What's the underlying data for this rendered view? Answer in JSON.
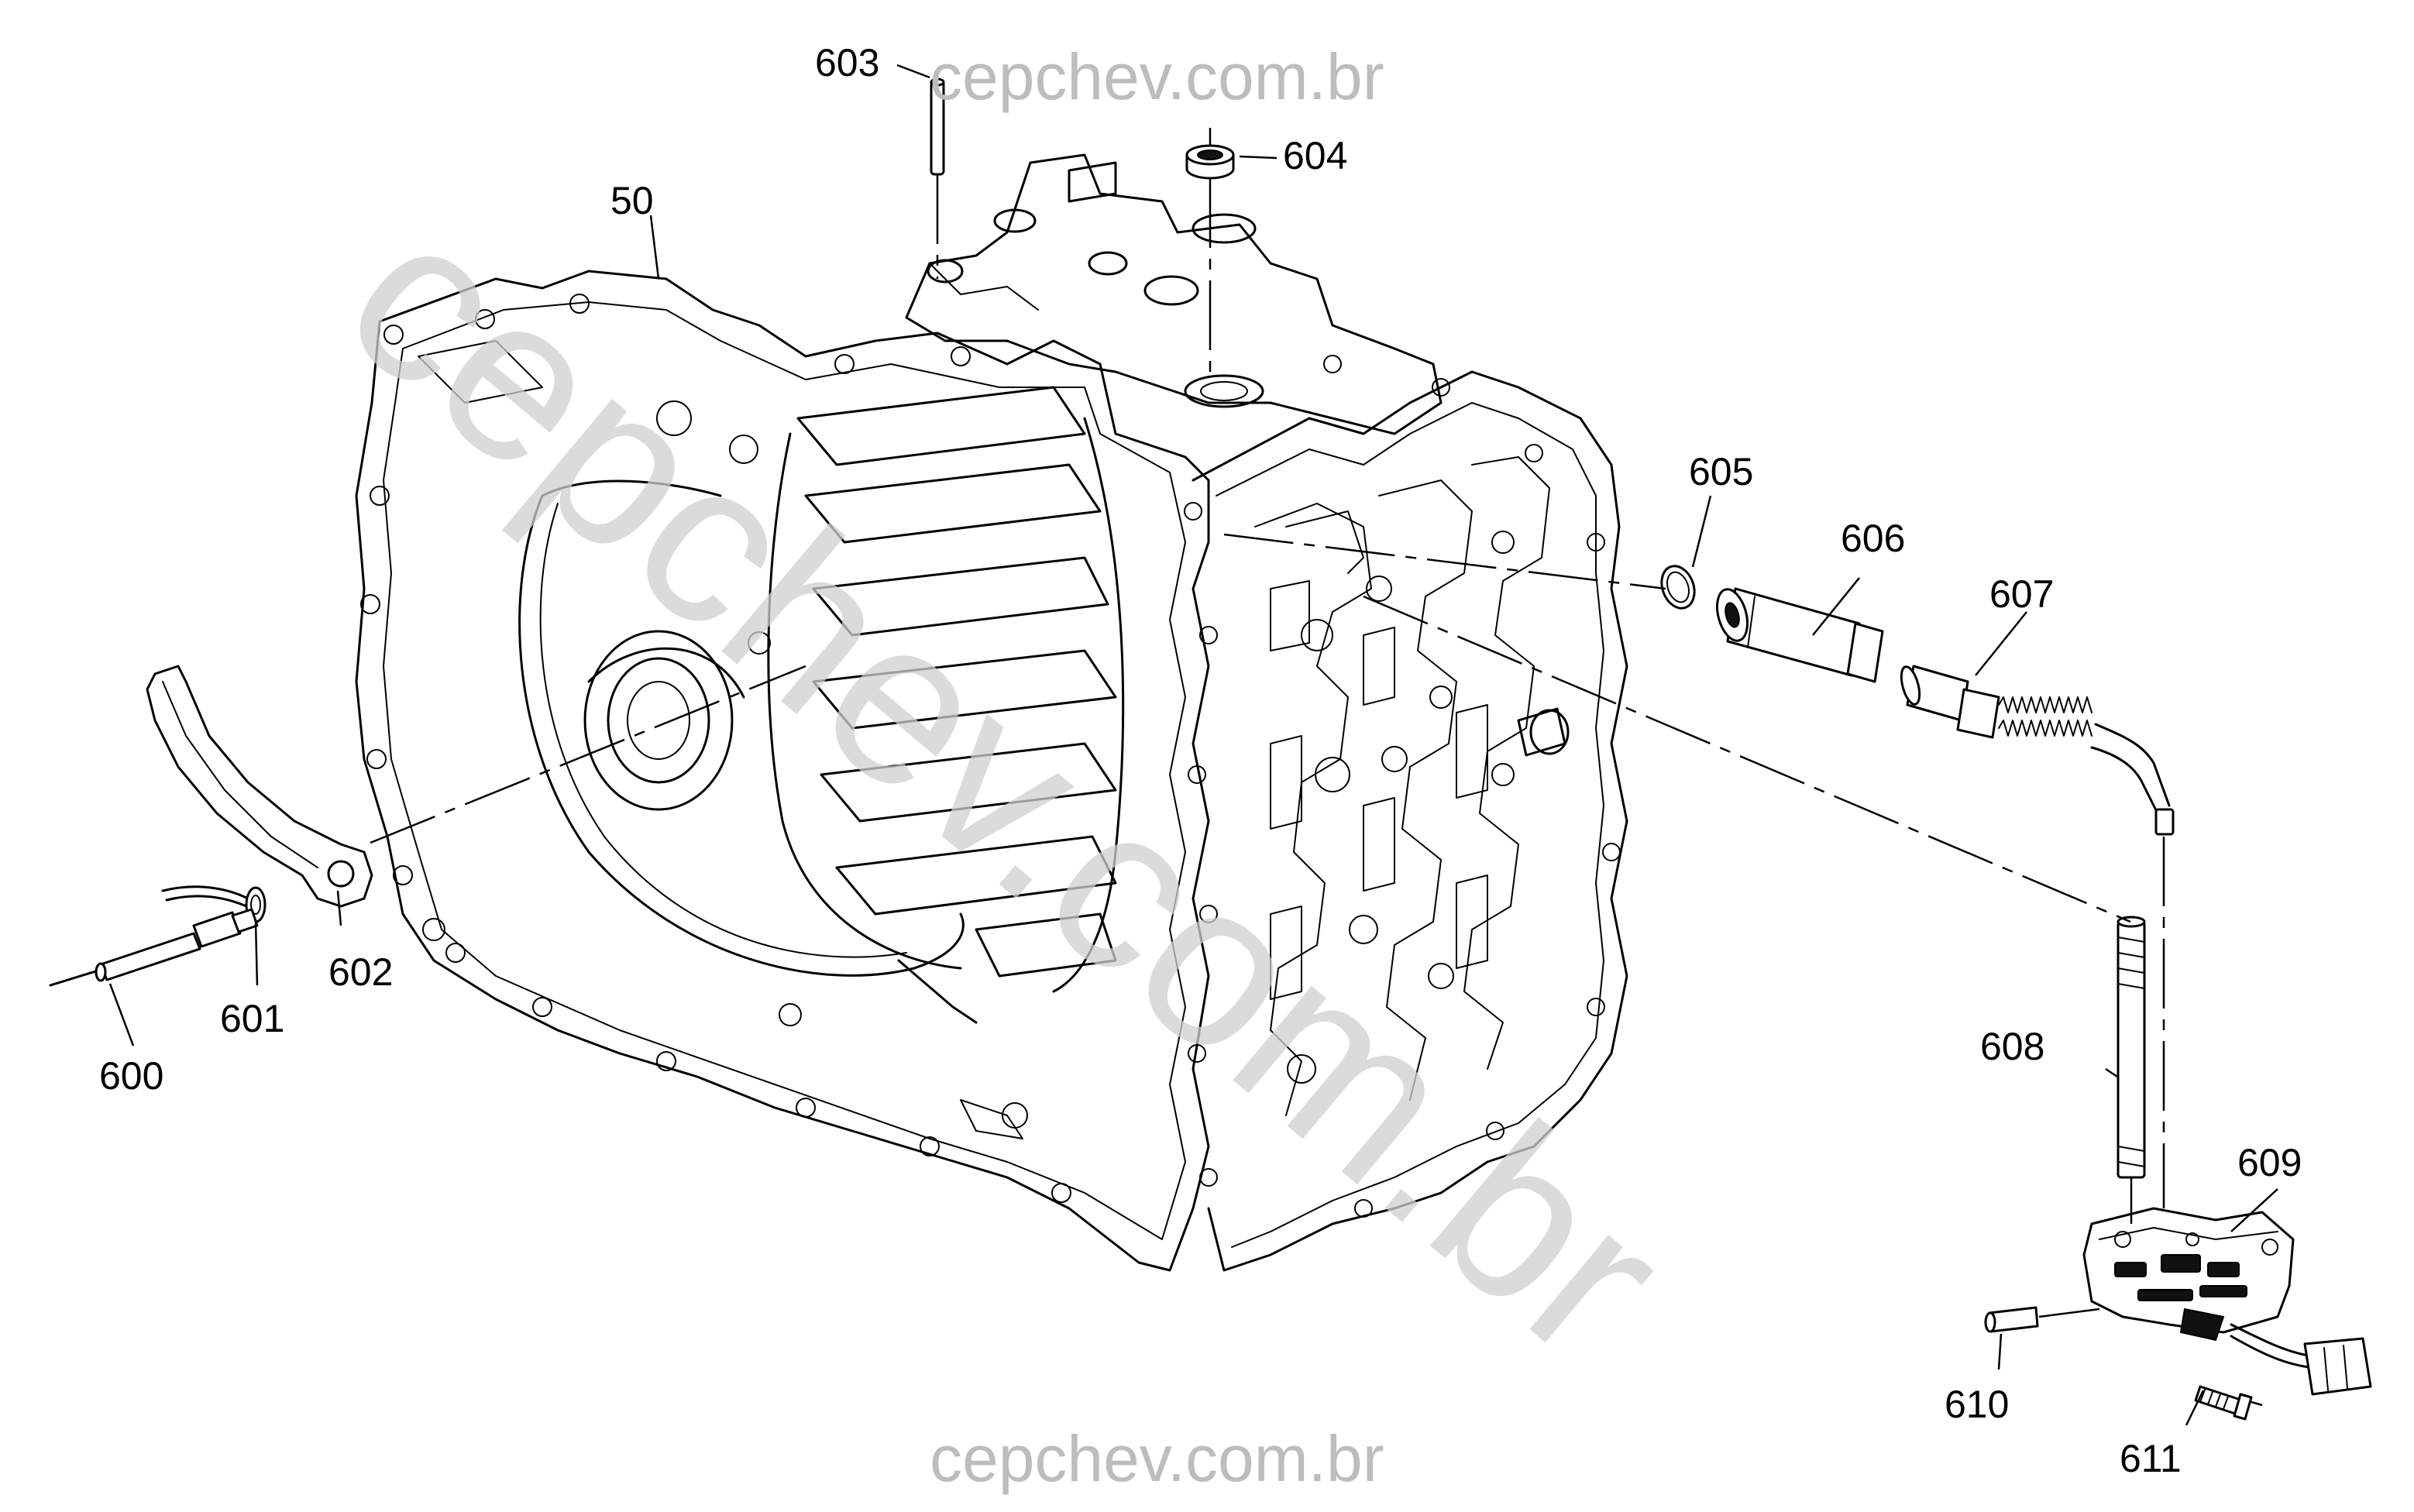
{
  "watermark": {
    "top": "cepchev.com.br",
    "bottom": "cepchev.com.br",
    "diagonal": "cepchev.com.br"
  },
  "callouts": {
    "c50": "50",
    "c600": "600",
    "c601": "601",
    "c602": "602",
    "c603": "603",
    "c604": "604",
    "c605": "605",
    "c606": "606",
    "c607": "607",
    "c608": "608",
    "c609": "609",
    "c610": "610",
    "c611": "611"
  }
}
